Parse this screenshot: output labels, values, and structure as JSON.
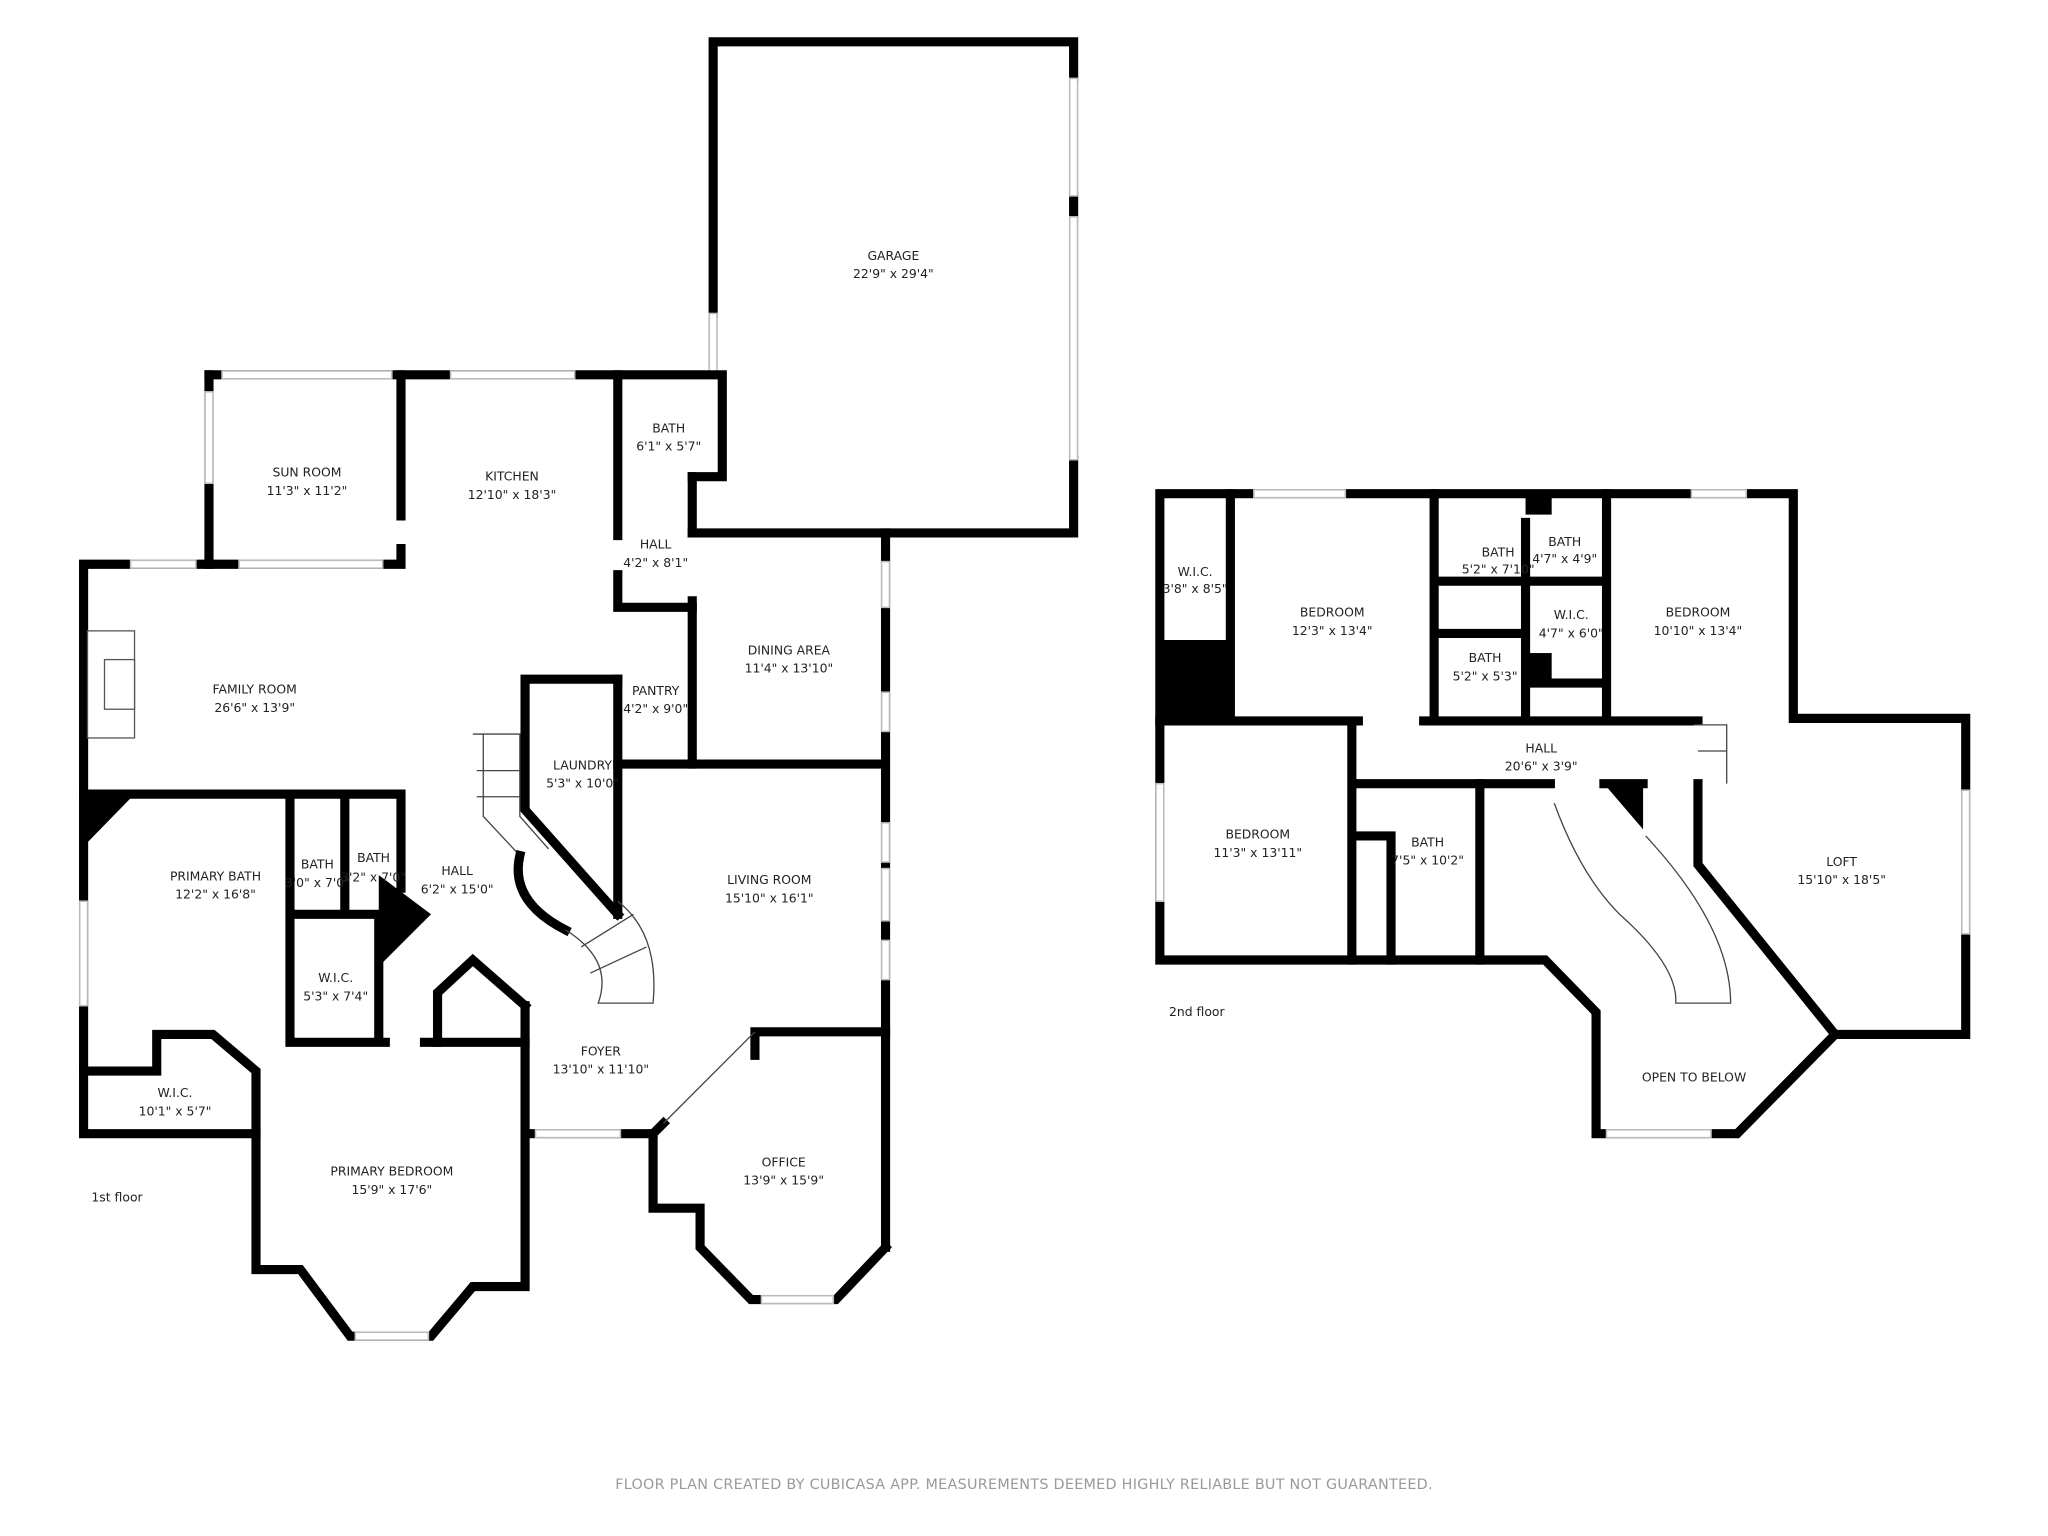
{
  "floors": [
    {
      "label": "1st floor",
      "rooms": [
        {
          "name": "GARAGE",
          "dims": "22'9\" x 29'4\""
        },
        {
          "name": "BATH",
          "dims": "6'1\" x 5'7\""
        },
        {
          "name": "SUN ROOM",
          "dims": "11'3\" x 11'2\""
        },
        {
          "name": "KITCHEN",
          "dims": "12'10\" x 18'3\""
        },
        {
          "name": "HALL",
          "dims": "4'2\" x 8'1\""
        },
        {
          "name": "FAMILY ROOM",
          "dims": "26'6\" x 13'9\""
        },
        {
          "name": "PANTRY",
          "dims": "4'2\" x 9'0\""
        },
        {
          "name": "DINING AREA",
          "dims": "11'4\" x 13'10\""
        },
        {
          "name": "LAUNDRY",
          "dims": "5'3\" x 10'0\""
        },
        {
          "name": "PRIMARY BATH",
          "dims": "12'2\" x 16'8\""
        },
        {
          "name": "BATH",
          "dims": "3'0\" x 7'0\""
        },
        {
          "name": "BATH",
          "dims": "3'2\" x 7'0\""
        },
        {
          "name": "HALL",
          "dims": "6'2\" x 15'0\""
        },
        {
          "name": "LIVING ROOM",
          "dims": "15'10\" x 16'1\""
        },
        {
          "name": "W.I.C.",
          "dims": "5'3\" x 7'4\""
        },
        {
          "name": "FOYER",
          "dims": "13'10\" x 11'10\""
        },
        {
          "name": "W.I.C.",
          "dims": "10'1\" x 5'7\""
        },
        {
          "name": "PRIMARY BEDROOM",
          "dims": "15'9\" x 17'6\""
        },
        {
          "name": "OFFICE",
          "dims": "13'9\" x 15'9\""
        }
      ]
    },
    {
      "label": "2nd floor",
      "rooms": [
        {
          "name": "W.I.C.",
          "dims": "3'8\" x 8'5\""
        },
        {
          "name": "BEDROOM",
          "dims": "12'3\" x 13'4\""
        },
        {
          "name": "BATH",
          "dims": "5'2\" x 7'10\""
        },
        {
          "name": "BATH",
          "dims": "4'7\" x 4'9\""
        },
        {
          "name": "W.I.C.",
          "dims": "4'7\" x 6'0\""
        },
        {
          "name": "BATH",
          "dims": "5'2\" x 5'3\""
        },
        {
          "name": "BEDROOM",
          "dims": "10'10\" x 13'4\""
        },
        {
          "name": "HALL",
          "dims": "20'6\" x 3'9\""
        },
        {
          "name": "BEDROOM",
          "dims": "11'3\" x 13'11\""
        },
        {
          "name": "BATH",
          "dims": "7'5\" x 10'2\""
        },
        {
          "name": "LOFT",
          "dims": "15'10\" x 18'5\""
        },
        {
          "name": "OPEN TO BELOW",
          "dims": ""
        }
      ]
    }
  ],
  "footer": "FLOOR PLAN CREATED BY CUBICASA APP. MEASUREMENTS DEEMED HIGHLY RELIABLE BUT NOT GUARANTEED."
}
